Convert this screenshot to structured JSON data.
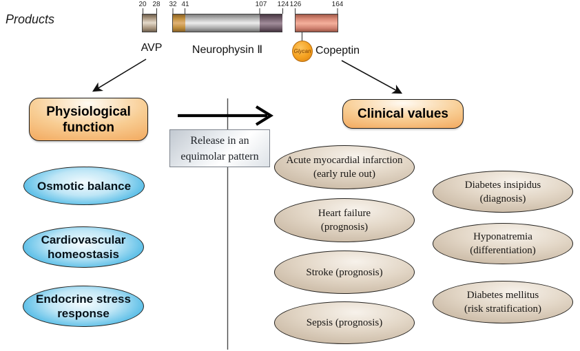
{
  "figure": {
    "products_section_label": "Products",
    "sequence_ticks": [
      "20",
      "28",
      "32",
      "41",
      "107",
      "124",
      "126",
      "164"
    ],
    "peptides": {
      "avp": "AVP",
      "neurophysin": "Neurophysin Ⅱ",
      "copeptin": "Copeptin",
      "glycan": "Glycan"
    },
    "release_note": "Release in an\nequimolar pattern",
    "physiological": {
      "title": "Physiological\nfunction",
      "items": [
        "Osmotic balance",
        "Cardiovascular\nhomeostasis",
        "Endocrine stress\nresponse"
      ]
    },
    "clinical": {
      "title": "Clinical values",
      "column1": [
        "Acute myocardial infarction\n(early rule out)",
        "Heart failure\n(prognosis)",
        "Stroke (prognosis)",
        "Sepsis (prognosis)"
      ],
      "column2": [
        "Diabetes insipidus\n(diagnosis)",
        "Hyponatremia\n(differentiation)",
        "Diabetes mellitus\n(risk stratification)"
      ]
    },
    "colors": {
      "accent_orange": "#F09C4C",
      "function_blue": "#2FA8DC",
      "clinical_tan": "#C2B09A",
      "avp_bar": "#A6937C",
      "neurophysin_orange_segment": "#C3913F",
      "neurophysin_gray_segment": "#B9B9B9",
      "neurophysin_purple_segment": "#7C6875",
      "copeptin_bar": "#D98A77",
      "glycan_orange": "#F5A11F",
      "release_box_gray": "#D9DEE3"
    }
  }
}
